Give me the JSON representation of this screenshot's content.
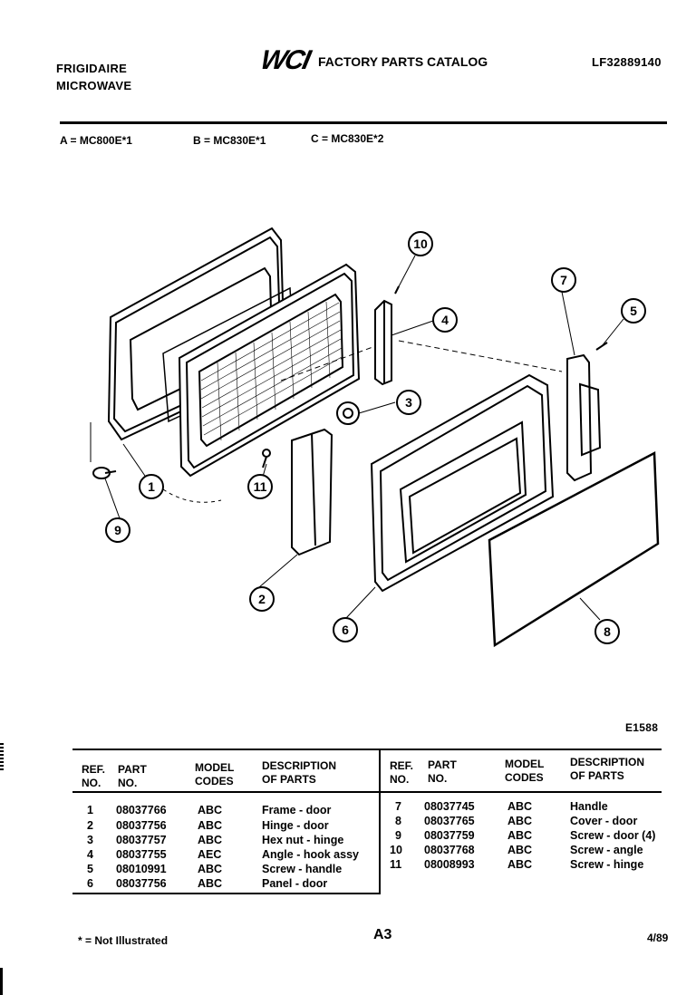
{
  "header": {
    "brand_line1": "FRIGIDAIRE",
    "brand_line2": "MICROWAVE",
    "logo_text": "WCI",
    "catalog_title": "FACTORY PARTS CATALOG",
    "catalog_number": "LF32889140"
  },
  "models": [
    {
      "letter_eq": "A = MC800E*1"
    },
    {
      "letter_eq": "B = MC830E*1"
    },
    {
      "letter_eq": "C = MC830E*2"
    }
  ],
  "diagram": {
    "code": "E1588",
    "callouts": [
      "1",
      "2",
      "3",
      "4",
      "5",
      "6",
      "7",
      "8",
      "9",
      "10",
      "11"
    ]
  },
  "table": {
    "headers": {
      "ref_1": "REF.",
      "ref_2": "NO.",
      "part_1": "PART",
      "part_2": "NO.",
      "model_1": "MODEL",
      "model_2": "CODES",
      "desc_1": "DESCRIPTION",
      "desc_2": "OF PARTS"
    },
    "left_rows": [
      {
        "ref": "1",
        "part": "08037766",
        "codes": "ABC",
        "desc": "Frame - door"
      },
      {
        "ref": "2",
        "part": "08037756",
        "codes": "ABC",
        "desc": "Hinge - door"
      },
      {
        "ref": "3",
        "part": "08037757",
        "codes": "ABC",
        "desc": "Hex nut - hinge"
      },
      {
        "ref": "4",
        "part": "08037755",
        "codes": "AEC",
        "desc": "Angle - hook assy"
      },
      {
        "ref": "5",
        "part": "08010991",
        "codes": "ABC",
        "desc": "Screw - handle"
      },
      {
        "ref": "6",
        "part": "08037756",
        "codes": "ABC",
        "desc": "Panel - door"
      }
    ],
    "right_rows": [
      {
        "ref": "7",
        "part": "08037745",
        "codes": "ABC",
        "desc": "Handle"
      },
      {
        "ref": "8",
        "part": "08037765",
        "codes": "ABC",
        "desc": "Cover - door"
      },
      {
        "ref": "9",
        "part": "08037759",
        "codes": "ABC",
        "desc": "Screw - door (4)"
      },
      {
        "ref": "10",
        "part": "08037768",
        "codes": "ABC",
        "desc": "Screw - angle"
      },
      {
        "ref": "11",
        "part": "08008993",
        "codes": "ABC",
        "desc": "Screw - hinge"
      }
    ]
  },
  "footer": {
    "note": "* = Not Illustrated",
    "page": "A3",
    "date": "4/89"
  }
}
